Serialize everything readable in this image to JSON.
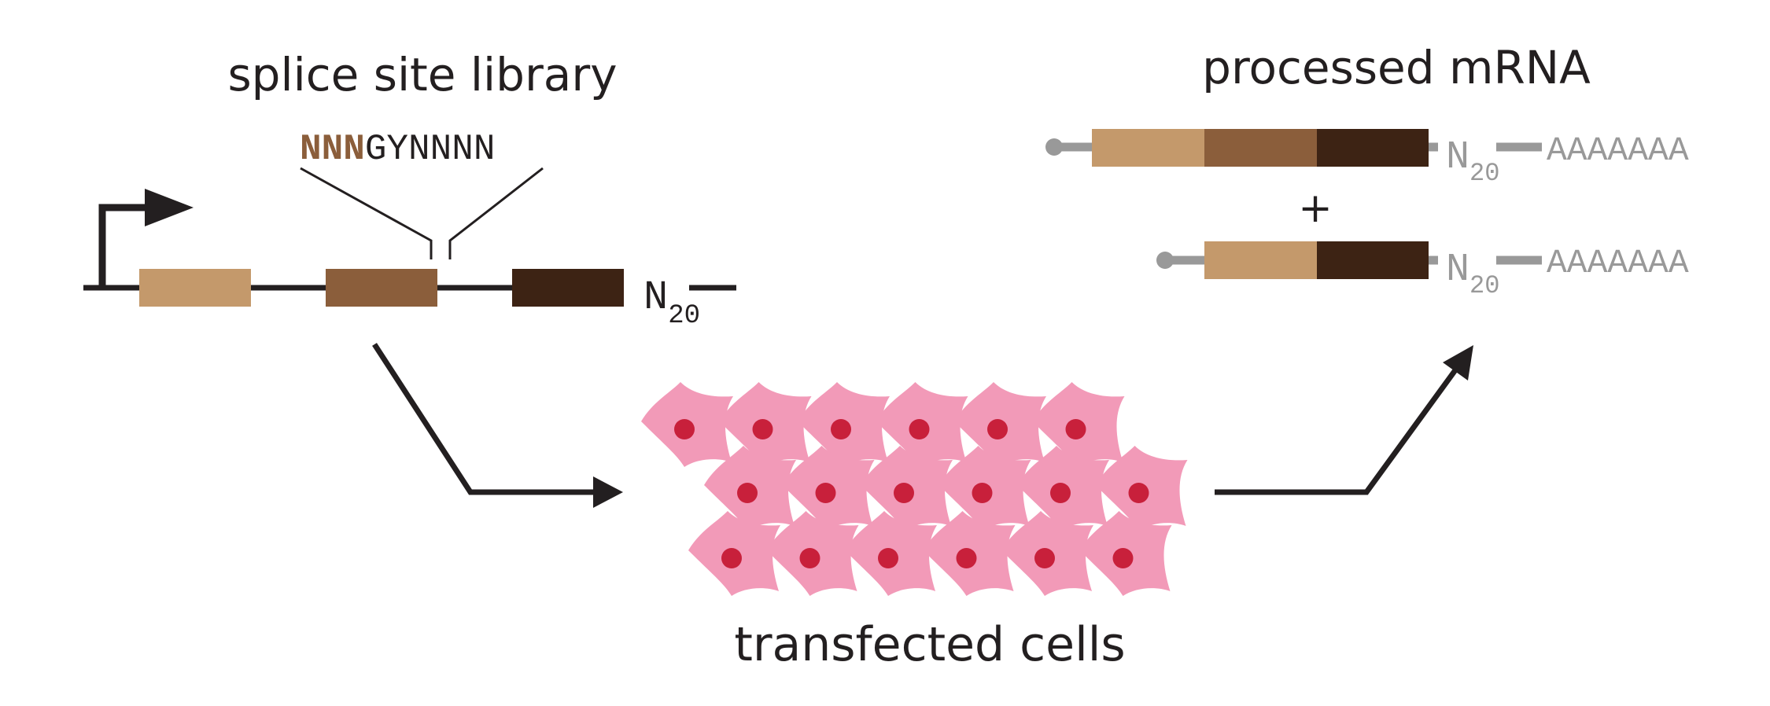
{
  "labels": {
    "library_title": "splice site library",
    "seq_prefix": "NNN",
    "seq_suffix": "GYNNNN",
    "barcode_base": "N",
    "barcode_sub": "20",
    "mrna_title": "processed mRNA",
    "plus": "+",
    "polya": "AAAAAAA",
    "cells_title": "transfected cells"
  },
  "colors": {
    "exon1": "#c4996b",
    "exon2": "#8b5e3b",
    "exon3": "#3d2314",
    "line": "#231f20",
    "mrna_gray": "#999999",
    "cell_pink": "#f29ab8",
    "nucleus": "#c8203b",
    "seq_brown": "#8b5e3b"
  },
  "icons": {
    "promoter": "promoter-arrow-icon",
    "cell": "cell-icon",
    "flow": "flow-arrow-icon"
  }
}
